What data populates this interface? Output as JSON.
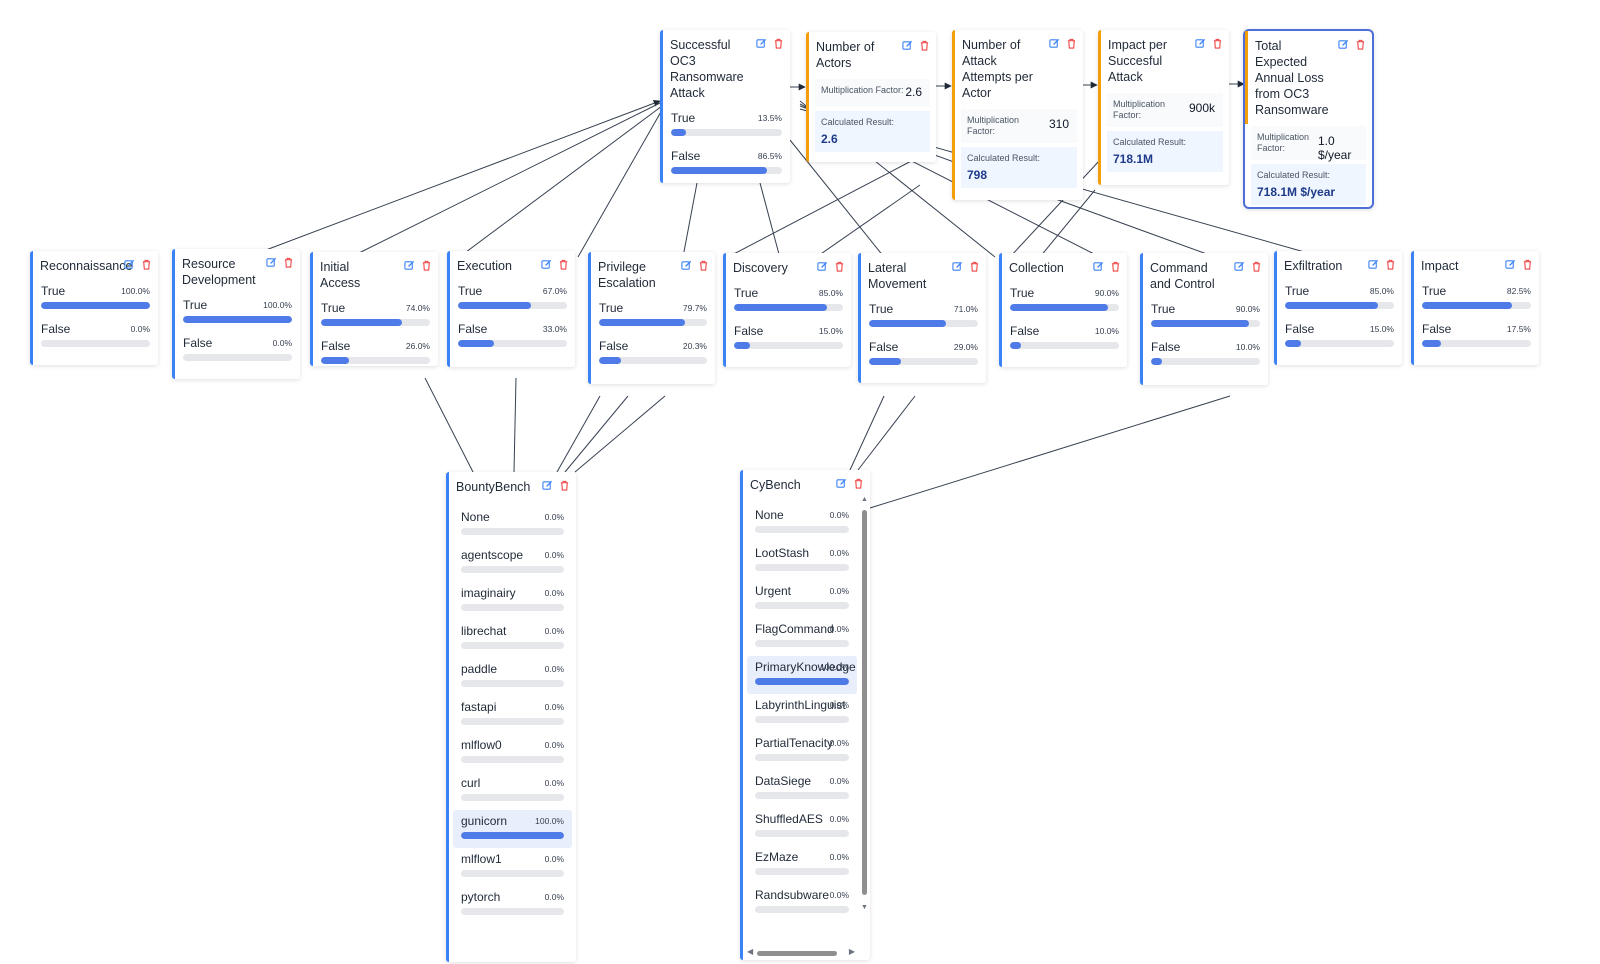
{
  "icons": {
    "edit": "edit-icon",
    "delete": "trash-icon"
  },
  "colors": {
    "accent_blue": "#3b82f6",
    "calc_orange": "#f59e0b",
    "bar_fill": "#4f7be8",
    "bar_track": "#e5e7eb",
    "delete_red": "#ef4444"
  },
  "top": {
    "attack": {
      "title": "Successful OC3 Ransomware Attack",
      "options": [
        {
          "label": "True",
          "pct": "13.5%",
          "value": 0.135
        },
        {
          "label": "False",
          "pct": "86.5%",
          "value": 0.865
        }
      ]
    },
    "actors": {
      "title": "Number of Actors",
      "mult_label": "Multiplication Factor:",
      "mult_value": "2.6",
      "result_label": "Calculated Result:",
      "result_value": "2.6"
    },
    "attempts": {
      "title": "Number of Attack Attempts per Actor",
      "mult_label": "Multiplication Factor:",
      "mult_value": "310",
      "result_label": "Calculated Result:",
      "result_value": "798"
    },
    "impact": {
      "title": "Impact per Succesful Attack",
      "mult_label": "Multiplication Factor:",
      "mult_value": "900k",
      "result_label": "Calculated Result:",
      "result_value": "718.1M"
    },
    "total": {
      "title": "Total Expected Annual Loss from OC3 Ransomware",
      "mult_label": "Multiplication Factor:",
      "mult_value": "1.0 $/year",
      "result_label": "Calculated Result:",
      "result_value": "718.1M $/year"
    }
  },
  "tactics": [
    {
      "title": "Reconnaissance",
      "options": [
        {
          "label": "True",
          "pct": "100.0%",
          "value": 1.0
        },
        {
          "label": "False",
          "pct": "0.0%",
          "value": 0.0
        }
      ]
    },
    {
      "title": "Resource Development",
      "options": [
        {
          "label": "True",
          "pct": "100.0%",
          "value": 1.0
        },
        {
          "label": "False",
          "pct": "0.0%",
          "value": 0.0
        }
      ]
    },
    {
      "title": "Initial Access",
      "options": [
        {
          "label": "True",
          "pct": "74.0%",
          "value": 0.74
        },
        {
          "label": "False",
          "pct": "26.0%",
          "value": 0.26
        }
      ]
    },
    {
      "title": "Execution",
      "options": [
        {
          "label": "True",
          "pct": "67.0%",
          "value": 0.67
        },
        {
          "label": "False",
          "pct": "33.0%",
          "value": 0.33
        }
      ]
    },
    {
      "title": "Privilege Escalation",
      "options": [
        {
          "label": "True",
          "pct": "79.7%",
          "value": 0.797
        },
        {
          "label": "False",
          "pct": "20.3%",
          "value": 0.203
        }
      ]
    },
    {
      "title": "Discovery",
      "options": [
        {
          "label": "True",
          "pct": "85.0%",
          "value": 0.85
        },
        {
          "label": "False",
          "pct": "15.0%",
          "value": 0.15
        }
      ]
    },
    {
      "title": "Lateral Movement",
      "options": [
        {
          "label": "True",
          "pct": "71.0%",
          "value": 0.71
        },
        {
          "label": "False",
          "pct": "29.0%",
          "value": 0.29
        }
      ]
    },
    {
      "title": "Collection",
      "options": [
        {
          "label": "True",
          "pct": "90.0%",
          "value": 0.9
        },
        {
          "label": "False",
          "pct": "10.0%",
          "value": 0.1
        }
      ]
    },
    {
      "title": "Command and Control",
      "options": [
        {
          "label": "True",
          "pct": "90.0%",
          "value": 0.9
        },
        {
          "label": "False",
          "pct": "10.0%",
          "value": 0.1
        }
      ]
    },
    {
      "title": "Exfiltration",
      "options": [
        {
          "label": "True",
          "pct": "85.0%",
          "value": 0.85
        },
        {
          "label": "False",
          "pct": "15.0%",
          "value": 0.15
        }
      ]
    },
    {
      "title": "Impact",
      "options": [
        {
          "label": "True",
          "pct": "82.5%",
          "value": 0.825
        },
        {
          "label": "False",
          "pct": "17.5%",
          "value": 0.175
        }
      ]
    }
  ],
  "bountybench": {
    "title": "BountyBench",
    "options": [
      {
        "label": "None",
        "pct": "0.0%",
        "value": 0.0
      },
      {
        "label": "agentscope",
        "pct": "0.0%",
        "value": 0.0
      },
      {
        "label": "imaginairy",
        "pct": "0.0%",
        "value": 0.0
      },
      {
        "label": "librechat",
        "pct": "0.0%",
        "value": 0.0
      },
      {
        "label": "paddle",
        "pct": "0.0%",
        "value": 0.0
      },
      {
        "label": "fastapi",
        "pct": "0.0%",
        "value": 0.0
      },
      {
        "label": "mlflow0",
        "pct": "0.0%",
        "value": 0.0
      },
      {
        "label": "curl",
        "pct": "0.0%",
        "value": 0.0
      },
      {
        "label": "gunicorn",
        "pct": "100.0%",
        "value": 1.0,
        "selected": true
      },
      {
        "label": "mlflow1",
        "pct": "0.0%",
        "value": 0.0
      },
      {
        "label": "pytorch",
        "pct": "0.0%",
        "value": 0.0
      }
    ]
  },
  "cybench": {
    "title": "CyBench",
    "options": [
      {
        "label": "None",
        "pct": "0.0%",
        "value": 0.0
      },
      {
        "label": "LootStash",
        "pct": "0.0%",
        "value": 0.0
      },
      {
        "label": "Urgent",
        "pct": "0.0%",
        "value": 0.0
      },
      {
        "label": "FlagCommand",
        "pct": "0.0%",
        "value": 0.0
      },
      {
        "label": "PrimaryKnowledge",
        "pct": "100.0%",
        "value": 1.0,
        "selected": true
      },
      {
        "label": "LabyrinthLinguist",
        "pct": "0.0%",
        "value": 0.0
      },
      {
        "label": "PartialTenacity",
        "pct": "0.0%",
        "value": 0.0
      },
      {
        "label": "DataSiege",
        "pct": "0.0%",
        "value": 0.0
      },
      {
        "label": "ShuffledAES",
        "pct": "0.0%",
        "value": 0.0
      },
      {
        "label": "EzMaze",
        "pct": "0.0%",
        "value": 0.0
      },
      {
        "label": "Randsubware",
        "pct": "0.0%",
        "value": 0.0
      }
    ]
  }
}
